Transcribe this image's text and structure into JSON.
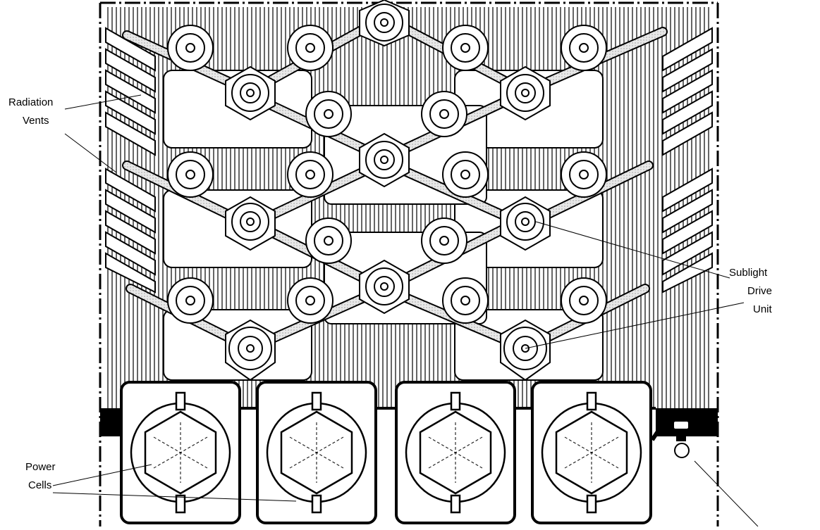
{
  "labels": {
    "radiation_vents": [
      "Radiation",
      "Vents"
    ],
    "sublight_drive_unit": [
      "Sublight",
      "Drive",
      "Unit"
    ],
    "power_cells": [
      "Power",
      "Cells"
    ]
  },
  "colors": {
    "ink": "#000000",
    "paper": "#ffffff",
    "strut_fill": "#d9d9d9"
  }
}
